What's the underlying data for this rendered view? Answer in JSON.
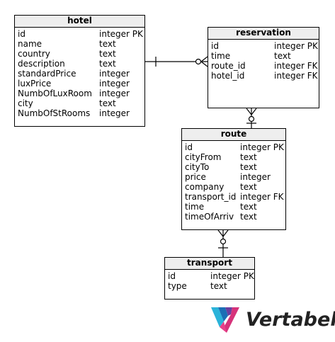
{
  "diagram": {
    "tables": [
      {
        "key": "hotel",
        "name": "hotel",
        "columns": [
          {
            "name": "id",
            "type": "integer PK"
          },
          {
            "name": "name",
            "type": "text"
          },
          {
            "name": "country",
            "type": "text"
          },
          {
            "name": "description",
            "type": "text"
          },
          {
            "name": "standardPrice",
            "type": "integer"
          },
          {
            "name": "luxPrice",
            "type": "integer"
          },
          {
            "name": "NumbOfLuxRoom",
            "type": "integer"
          },
          {
            "name": "city",
            "type": "text"
          },
          {
            "name": "NumbOfStRooms",
            "type": "integer"
          }
        ]
      },
      {
        "key": "reservation",
        "name": "reservation",
        "columns": [
          {
            "name": "id",
            "type": "integer PK"
          },
          {
            "name": "time",
            "type": "text"
          },
          {
            "name": "route_id",
            "type": "integer FK"
          },
          {
            "name": "hotel_id",
            "type": "integer FK"
          }
        ]
      },
      {
        "key": "route",
        "name": "route",
        "columns": [
          {
            "name": "id",
            "type": "integer PK"
          },
          {
            "name": "cityFrom",
            "type": "text"
          },
          {
            "name": "cityTo",
            "type": "text"
          },
          {
            "name": "price",
            "type": "integer"
          },
          {
            "name": "company",
            "type": "text"
          },
          {
            "name": "transport_id",
            "type": "integer FK"
          },
          {
            "name": "time",
            "type": "text"
          },
          {
            "name": "timeOfArriv",
            "type": "text"
          }
        ]
      },
      {
        "key": "transport",
        "name": "transport",
        "columns": [
          {
            "name": "id",
            "type": "integer PK"
          },
          {
            "name": "type",
            "type": "text"
          }
        ]
      }
    ],
    "relationships": [
      {
        "from": "hotel",
        "to": "reservation",
        "from_cardinality": "one",
        "to_cardinality": "zero-or-many"
      },
      {
        "from": "route",
        "to": "reservation",
        "from_cardinality": "one",
        "to_cardinality": "zero-or-many"
      },
      {
        "from": "transport",
        "to": "route",
        "from_cardinality": "one",
        "to_cardinality": "zero-or-many"
      }
    ]
  },
  "logo": {
    "text": "Vertabelo",
    "colors": [
      "#2bb3d9",
      "#1b6fb5",
      "#6a3fa0",
      "#d6337a",
      "#e8408a"
    ]
  },
  "colors": {
    "line": "#000000",
    "header_bg": "#eeeeee",
    "table_bg": "#ffffff"
  }
}
